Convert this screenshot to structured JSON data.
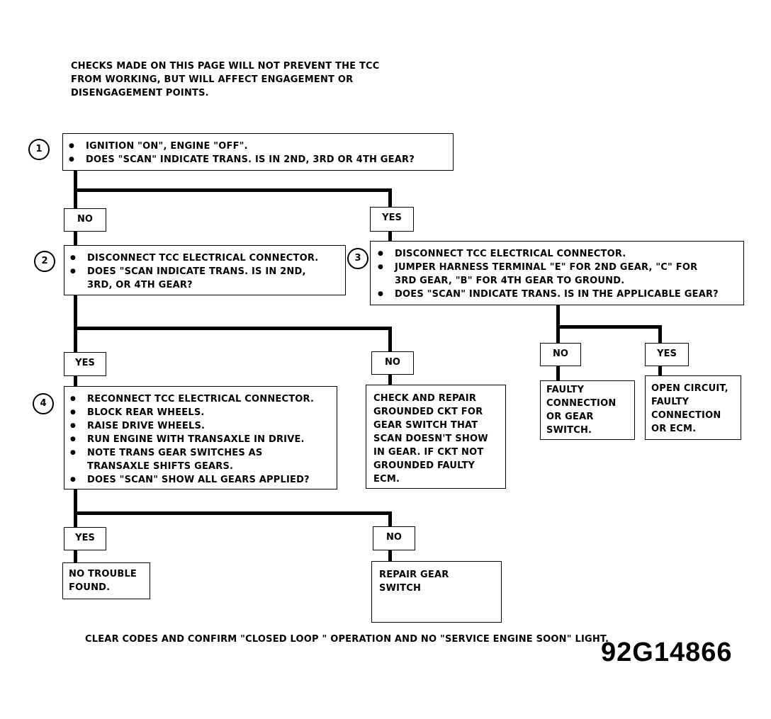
{
  "intro": [
    "CHECKS MADE ON THIS PAGE WILL NOT PREVENT THE TCC",
    "FROM WORKING, BUT WILL AFFECT ENGAGEMENT OR",
    "DISENGAGEMENT POINTS."
  ],
  "steps": {
    "s1": {
      "num": "1",
      "lines": [
        "IGNITION \"ON\", ENGINE \"OFF\".",
        "DOES \"SCAN\" INDICATE TRANS. IS IN 2ND, 3RD OR 4TH GEAR?"
      ]
    },
    "s2": {
      "num": "2",
      "lines": [
        "DISCONNECT TCC ELECTRICAL CONNECTOR.",
        "DOES \"SCAN INDICATE TRANS. IS IN 2ND,",
        "3RD, OR 4TH GEAR?"
      ]
    },
    "s3": {
      "num": "3",
      "lines": [
        "DISCONNECT TCC ELECTRICAL CONNECTOR.",
        "JUMPER HARNESS TERMINAL \"E\" FOR 2ND GEAR, \"C\" FOR",
        "3RD GEAR, \"B\" FOR 4TH GEAR TO GROUND.",
        "DOES \"SCAN\" INDICATE TRANS. IS IN THE APPLICABLE GEAR?"
      ]
    },
    "s4": {
      "num": "4",
      "lines": [
        "RECONNECT TCC ELECTRICAL CONNECTOR.",
        "BLOCK REAR WHEELS.",
        "RAISE DRIVE WHEELS.",
        "RUN ENGINE WITH TRANSAXLE IN DRIVE.",
        "NOTE TRANS GEAR SWITCHES AS",
        "TRANSAXLE SHIFTS GEARS.",
        "DOES \"SCAN\" SHOW ALL GEARS APPLIED?"
      ]
    }
  },
  "labels": {
    "yes": "YES",
    "no": "NO"
  },
  "results": {
    "s2_no": [
      "CHECK AND REPAIR",
      "GROUNDED CKT FOR",
      "GEAR SWITCH THAT",
      "SCAN DOESN'T SHOW",
      "IN GEAR.  IF CKT NOT",
      "GROUNDED FAULTY",
      "ECM."
    ],
    "s3_no": [
      "FAULTY",
      "CONNECTION",
      "OR  GEAR",
      "SWITCH."
    ],
    "s3_yes": [
      "OPEN CIRCUIT,",
      "FAULTY",
      "CONNECTION",
      "OR ECM."
    ],
    "s4_yes": [
      "NO TROUBLE",
      "FOUND."
    ],
    "s4_no": [
      "REPAIR GEAR",
      "SWITCH"
    ]
  },
  "footer": "CLEAR CODES AND CONFIRM \"CLOSED LOOP \" OPERATION AND NO \"SERVICE ENGINE SOON\" LIGHT.",
  "figure_id": "92G14866"
}
